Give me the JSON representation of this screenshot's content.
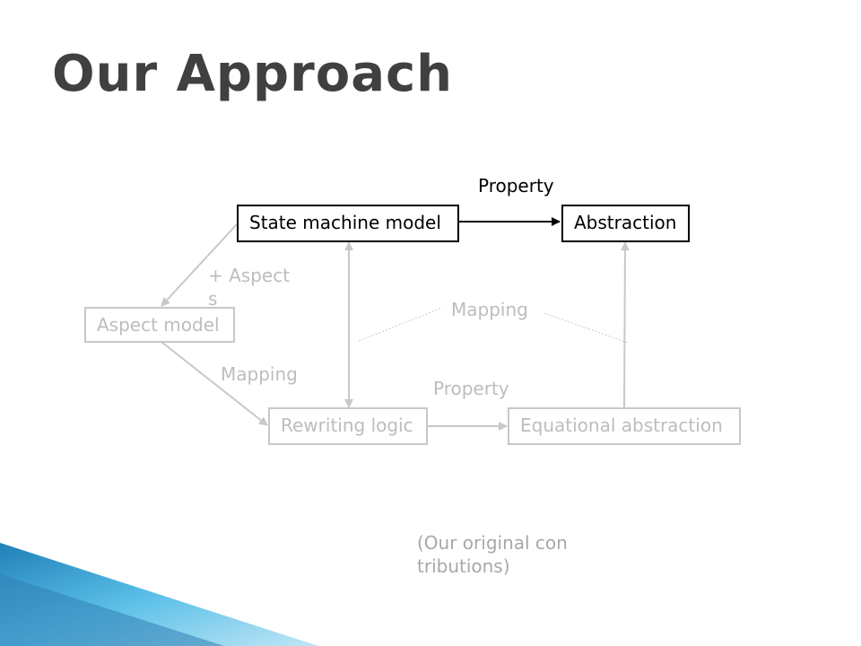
{
  "slide": {
    "title": "Our Approach",
    "note": "(Our original contributions)"
  },
  "nodes": {
    "state_machine": "State machine model",
    "abstraction": "Abstraction",
    "aspect_model": "Aspect model",
    "rewriting_logic": "Rewriting logic",
    "equational_abstraction": "Equational abstraction"
  },
  "edge_labels": {
    "property_top": "Property",
    "aspects": "+ Aspects",
    "mapping_left": "Mapping",
    "mapping_middle": "Mapping",
    "property_bottom": "Property"
  },
  "colors": {
    "title": "#404040",
    "active": "#000000",
    "inactive": "#bdbdbd",
    "accent_blue": "#2a8fc4"
  }
}
